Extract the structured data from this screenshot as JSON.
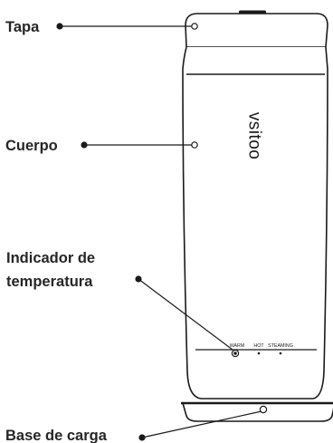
{
  "callouts": {
    "tapa": "Tapa",
    "cuerpo": "Cuerpo",
    "indicador_line1": "Indicador de",
    "indicador_line2": "temperatura",
    "base": "Base de carga"
  },
  "device": {
    "brand": "vsitoo",
    "indicators": [
      "WARM",
      "HOT",
      "STEAMING"
    ]
  },
  "colors": {
    "ink": "#1a1a1a",
    "label": "#262626",
    "body_fill": "#ffffff"
  }
}
